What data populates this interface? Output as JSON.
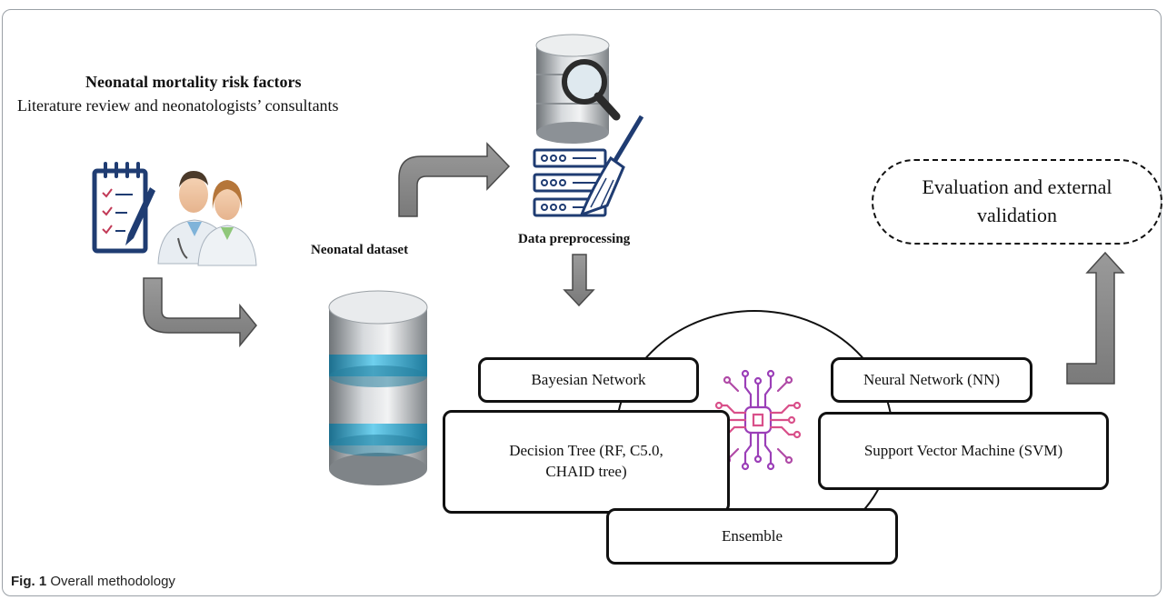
{
  "risk_factors": {
    "title": "Neonatal mortality risk factors",
    "subtitle": "Literature review and neonatologists’ consultants"
  },
  "dataset_label": "Neonatal dataset",
  "preprocessing_label": "Data preprocessing",
  "models": {
    "bayesian": "Bayesian Network",
    "decision_tree_line1": "Decision Tree (RF, C5.0,",
    "decision_tree_line2": "CHAID tree)",
    "neural_network": "Neural Network (NN)",
    "svm": "Support Vector Machine (SVM)",
    "ensemble": "Ensemble"
  },
  "evaluation": {
    "line1": "Evaluation and external",
    "line2": "validation"
  },
  "caption": {
    "label": "Fig. 1",
    "text": "Overall methodology"
  },
  "colors": {
    "arrow_fill": "#8a8a8a",
    "arrow_stroke": "#4a4a4a",
    "db_band": "#35a6cc",
    "db_silver": "#9ea3a7",
    "ai_icon_purple": "#9b3fb8",
    "ai_icon_pink": "#d9508a",
    "icon_navy": "#1f3c72"
  },
  "icons": [
    "clipboard-icon",
    "doctors-icon",
    "database-search-icon",
    "server-broom-icon",
    "database-icon",
    "ai-brain-icon"
  ]
}
